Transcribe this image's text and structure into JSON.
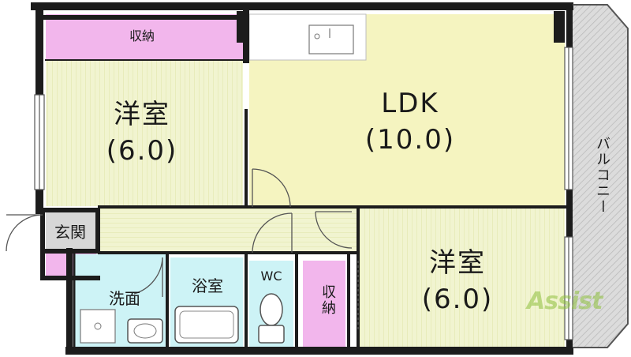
{
  "rooms": {
    "closet_top": "収納",
    "western_left": {
      "name": "洋室",
      "size": "(6.0)"
    },
    "ldk": {
      "name": "LDK",
      "size": "(10.0)"
    },
    "balcony": "バルコニー",
    "entrance": "玄関",
    "washroom": "洗面",
    "bathroom": "浴室",
    "wc": "WC",
    "closet_small": "収納",
    "western_right": {
      "name": "洋室",
      "size": "(6.0)"
    }
  },
  "watermark": "Assist",
  "colors": {
    "western": "#f1f4d0",
    "ldk": "#f5f4c0",
    "closet": "#f2b6ec",
    "wet": "#cdf3f6",
    "balcony": "#d8d8d8",
    "wall": "#1c1c1c",
    "watermark": "#8fc13e"
  }
}
